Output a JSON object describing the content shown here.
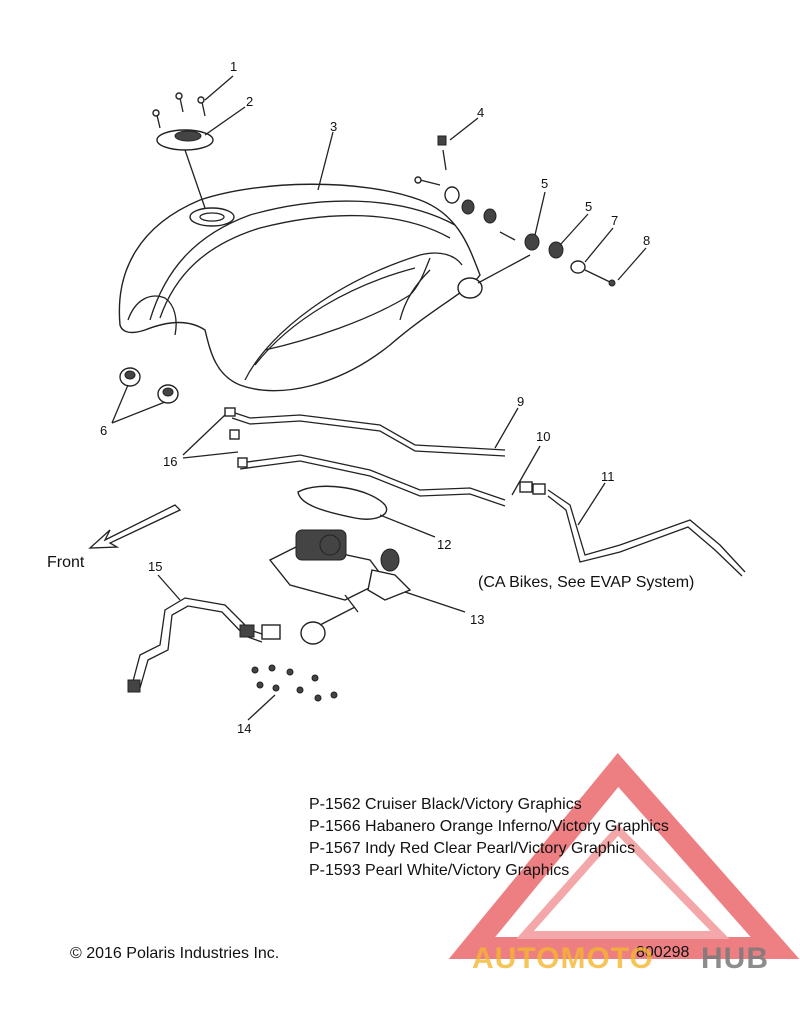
{
  "callouts": [
    {
      "id": "c1",
      "text": "1"
    },
    {
      "id": "c2",
      "text": "2"
    },
    {
      "id": "c3",
      "text": "3"
    },
    {
      "id": "c4",
      "text": "4"
    },
    {
      "id": "c5a",
      "text": "5"
    },
    {
      "id": "c5b",
      "text": "5"
    },
    {
      "id": "c6",
      "text": "6"
    },
    {
      "id": "c7",
      "text": "7"
    },
    {
      "id": "c8",
      "text": "8"
    },
    {
      "id": "c9",
      "text": "9"
    },
    {
      "id": "c10",
      "text": "10"
    },
    {
      "id": "c11",
      "text": "11"
    },
    {
      "id": "c12",
      "text": "12"
    },
    {
      "id": "c13",
      "text": "13"
    },
    {
      "id": "c14",
      "text": "14"
    },
    {
      "id": "c15",
      "text": "15"
    },
    {
      "id": "c16",
      "text": "16"
    }
  ],
  "front_label": "Front",
  "evap_note": "(CA Bikes, See EVAP System)",
  "models": [
    "P-1562 Cruiser Black/Victory Graphics",
    "P-1566 Habanero Orange Inferno/Victory Graphics",
    "P-1567 Indy Red Clear Pearl/Victory Graphics",
    "P-1593 Pearl White/Victory Graphics"
  ],
  "copyright": "© 2016 Polaris Industries Inc.",
  "diagram_number": "800298",
  "watermark": {
    "part1": "AUTOMOTO",
    "part2": "HUB",
    "color1": "#f5b731",
    "color2": "#7a7a7a",
    "triangle_color": "#e8555a"
  }
}
